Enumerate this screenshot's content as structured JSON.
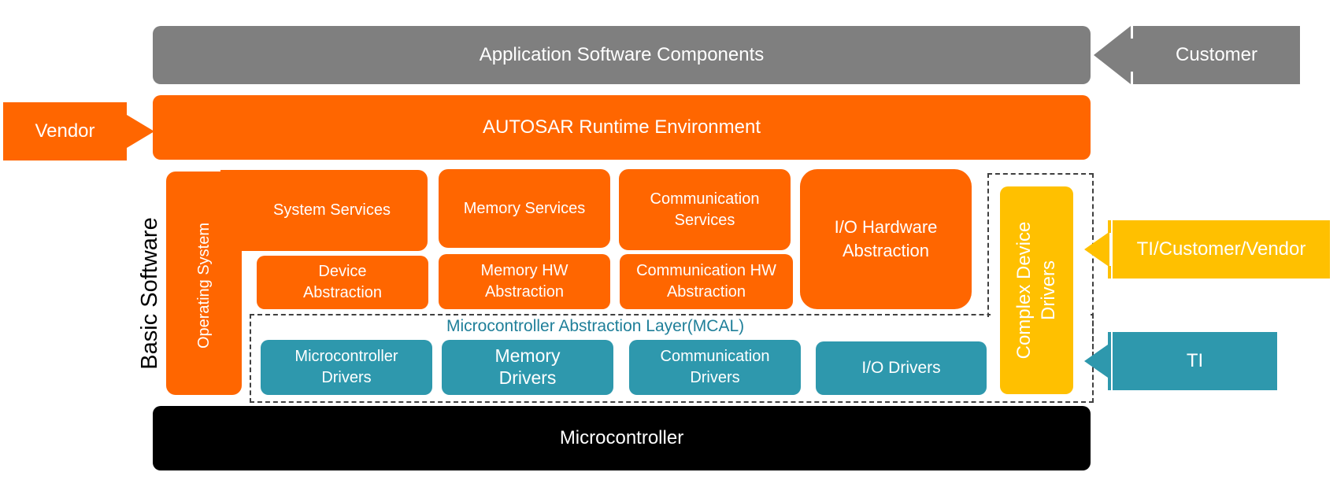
{
  "layers": {
    "application": "Application Software Components",
    "rte": "AUTOSAR Runtime Environment",
    "microcontroller": "Microcontroller"
  },
  "basic_software": {
    "title": "Basic Software",
    "operating_system": "Operating System",
    "services": {
      "system": "System Services",
      "memory": "Memory Services",
      "communication": "Communication Services",
      "io_hw_abstraction": "I/O Hardware Abstraction"
    },
    "abstraction": {
      "device": "Device Abstraction",
      "memory_hw": "Memory HW Abstraction",
      "communication_hw": "Communication HW Abstraction"
    },
    "mcal": {
      "title": "Microcontroller Abstraction Layer(MCAL)",
      "microcontroller_drivers": "Microcontroller Drivers",
      "memory_drivers": "Memory Drivers",
      "communication_drivers": "Communication Drivers",
      "io_drivers": "I/O Drivers"
    },
    "complex_device_drivers": "Complex Device Drivers"
  },
  "providers": {
    "customer": "Customer",
    "vendor": "Vendor",
    "ti_customer_vendor": "TI/Customer/Vendor",
    "ti": "TI"
  },
  "colors": {
    "gray": "#7f7f7f",
    "orange": "#ff6600",
    "teal": "#2e98ad",
    "yellow": "#ffc000",
    "black": "#000000"
  }
}
